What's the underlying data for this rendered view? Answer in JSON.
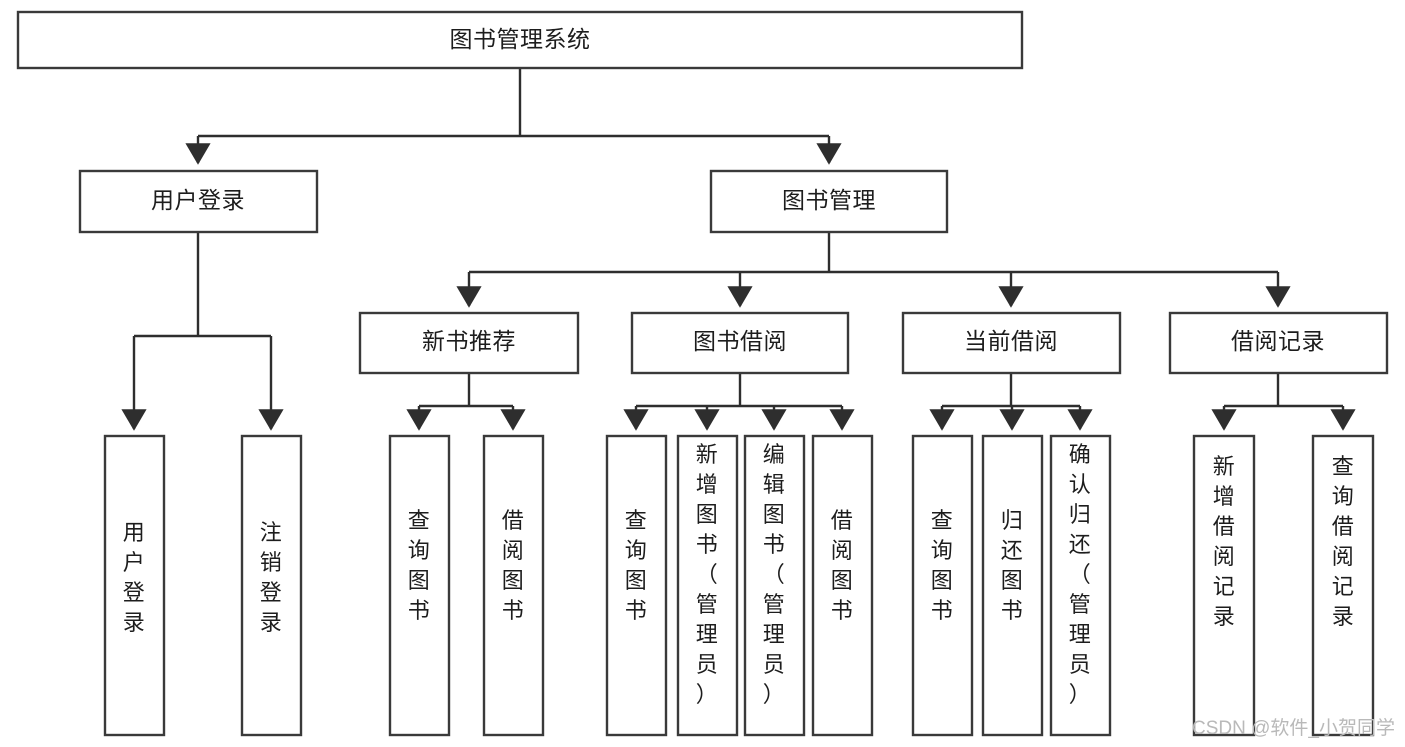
{
  "diagram": {
    "type": "tree",
    "title": "图书管理系统",
    "root": {
      "label": "图书管理系统"
    },
    "level2": [
      {
        "label": "用户登录"
      },
      {
        "label": "图书管理"
      }
    ],
    "level3": [
      {
        "label": "新书推荐"
      },
      {
        "label": "图书借阅"
      },
      {
        "label": "当前借阅"
      },
      {
        "label": "借阅记录"
      }
    ],
    "leaves": {
      "user_login": [
        {
          "label": "用户登录"
        },
        {
          "label": "注销登录"
        }
      ],
      "new_book_recommend": [
        {
          "label": "查询图书"
        },
        {
          "label": "借阅图书"
        }
      ],
      "book_borrow": [
        {
          "label": "查询图书"
        },
        {
          "label": "新增图书（管理员）"
        },
        {
          "label": "编辑图书（管理员）"
        },
        {
          "label": "借阅图书"
        }
      ],
      "current_borrow": [
        {
          "label": "查询图书"
        },
        {
          "label": "归还图书"
        },
        {
          "label": "确认归还（管理员）"
        }
      ],
      "borrow_record": [
        {
          "label": "新增借阅记录"
        },
        {
          "label": "查询借阅记录"
        }
      ]
    }
  },
  "watermark": {
    "text": "CSDN @软件_小贺同学"
  },
  "colors": {
    "box_stroke": "#3a3a3a",
    "edge": "#2e2e2e",
    "box_fill": "#ffffff",
    "text": "#1d1d1d",
    "watermark": "#b9b9b9",
    "background": "#ffffff"
  }
}
